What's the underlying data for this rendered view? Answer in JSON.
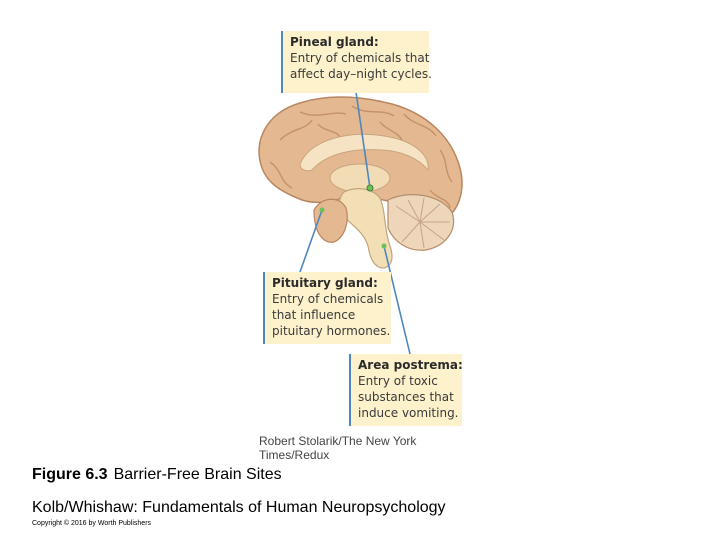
{
  "callouts": {
    "pineal": {
      "title": "Pineal gland:",
      "lines": [
        "Entry of chemicals that",
        "affect day–night cycles."
      ]
    },
    "pituitary": {
      "title": "Pituitary gland:",
      "lines": [
        "Entry of chemicals",
        "that influence",
        "pituitary hormones."
      ]
    },
    "postrema": {
      "title": "Area postrema:",
      "lines": [
        "Entry of toxic",
        "substances that",
        "induce vomiting."
      ]
    }
  },
  "credit": [
    "Robert Stolarik/The New York",
    "Times/Redux"
  ],
  "caption": {
    "figure_label": "Figure 6.3",
    "title": "Barrier-Free Brain Sites"
  },
  "book": "Kolb/Whishaw: Fundamentals of Human Neuropsychology",
  "copyright": "Copyright © 2016 by Worth Publishers",
  "colors": {
    "callout_bg": "#fdf2cc",
    "pointer": "#4f87bd",
    "cortex": "#e4b890",
    "white_matter": "#f6e3c3",
    "brainstem": "#f2dfb6",
    "marker": "#6dbf5a"
  }
}
